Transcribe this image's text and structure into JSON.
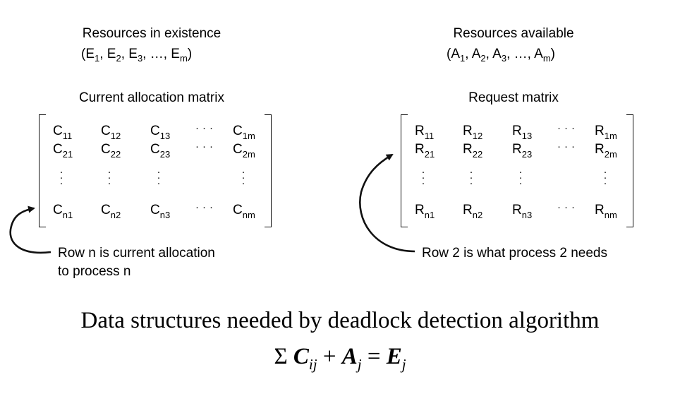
{
  "left": {
    "heading": "Resources in existence",
    "vector": {
      "symbol": "E",
      "subs": [
        "1",
        "2",
        "3",
        "m"
      ],
      "ellipsis": "…"
    },
    "matrix_title": "Current allocation matrix",
    "matrix": {
      "symbol": "C",
      "rows": [
        [
          "11",
          "12",
          "13",
          "1m"
        ],
        [
          "21",
          "22",
          "23",
          "2m"
        ],
        [
          "n1",
          "n2",
          "n3",
          "nm"
        ]
      ]
    },
    "note_lines": [
      "Row n is current allocation",
      "to process n"
    ]
  },
  "right": {
    "heading": "Resources available",
    "vector": {
      "symbol": "A",
      "subs": [
        "1",
        "2",
        "3",
        "m"
      ],
      "ellipsis": "…"
    },
    "matrix_title": "Request matrix",
    "matrix": {
      "symbol": "R",
      "rows": [
        [
          "11",
          "12",
          "13",
          "1m"
        ],
        [
          "21",
          "22",
          "23",
          "2m"
        ],
        [
          "n1",
          "n2",
          "n3",
          "nm"
        ]
      ]
    },
    "note_lines": [
      "Row 2 is what process 2 needs"
    ]
  },
  "caption": "Data structures needed by deadlock detection algorithm",
  "formula": {
    "sigma": "Σ",
    "c": "C",
    "c_sub": "ij",
    "plus": "+",
    "a": "A",
    "a_sub": "j",
    "eq": "=",
    "e": "E",
    "e_sub": "j"
  }
}
